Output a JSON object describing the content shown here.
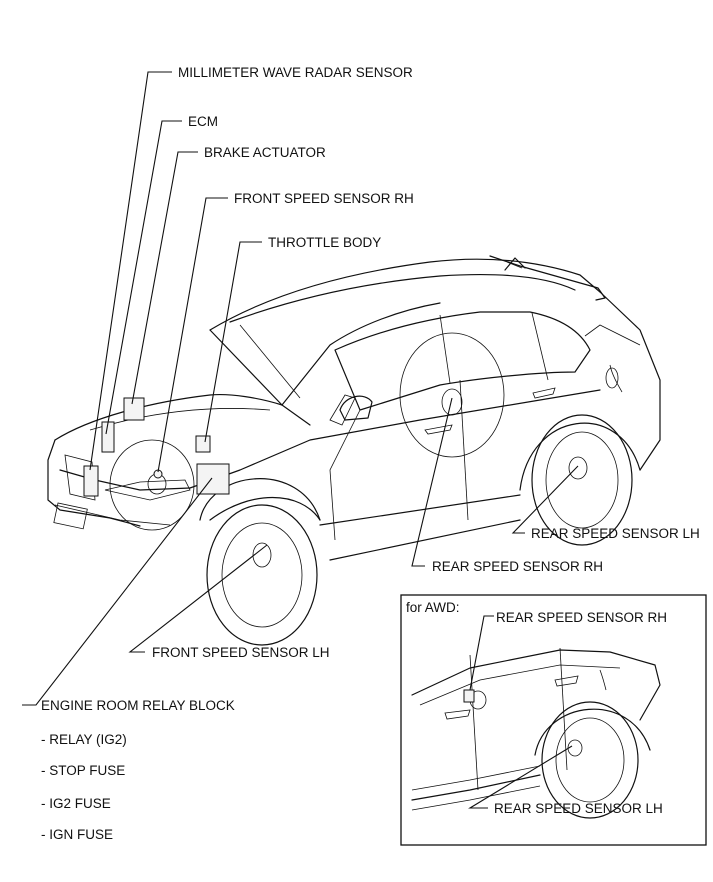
{
  "labels": {
    "millimeter_wave_radar_sensor": "MILLIMETER WAVE RADAR SENSOR",
    "ecm": "ECM",
    "brake_actuator": "BRAKE ACTUATOR",
    "front_speed_sensor_rh": "FRONT SPEED SENSOR RH",
    "throttle_body": "THROTTLE BODY",
    "rear_speed_sensor_lh": "REAR SPEED SENSOR LH",
    "rear_speed_sensor_rh": "REAR SPEED SENSOR RH",
    "front_speed_sensor_lh": "FRONT SPEED SENSOR LH",
    "engine_room_relay_block": "ENGINE ROOM RELAY BLOCK",
    "relay_items": [
      "- RELAY (IG2)",
      "- STOP FUSE",
      "- IG2 FUSE",
      "- IGN FUSE"
    ]
  },
  "awd_inset": {
    "title": "for AWD:",
    "rear_speed_sensor_rh": "REAR SPEED SENSOR RH",
    "rear_speed_sensor_lh": "REAR SPEED SENSOR LH"
  }
}
